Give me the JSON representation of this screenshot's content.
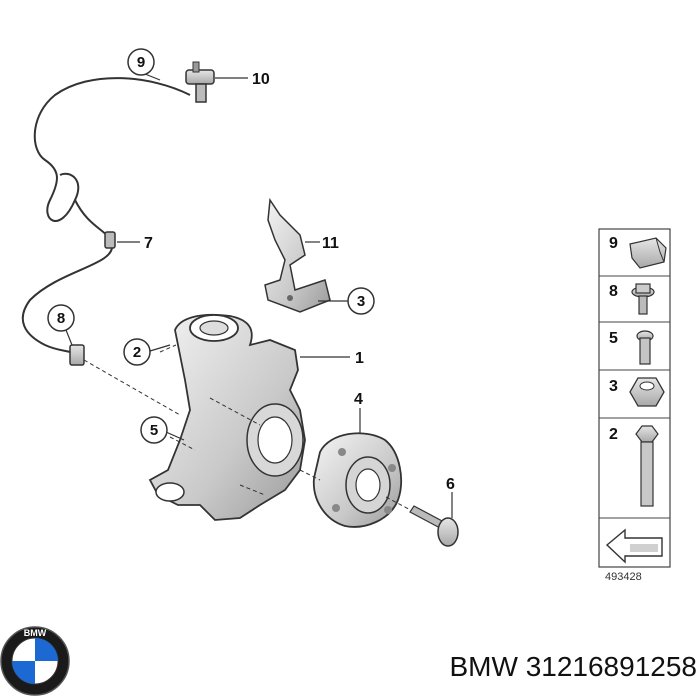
{
  "callouts": {
    "c9": "9",
    "c10": "10",
    "c7": "7",
    "c11": "11",
    "c8": "8",
    "c3": "3",
    "c2": "2",
    "c1": "1",
    "c5": "5",
    "c4": "4",
    "c6": "6"
  },
  "legend": {
    "items": [
      {
        "number": "9",
        "icon": "sensor-clip-icon"
      },
      {
        "number": "8",
        "icon": "flange-bolt-icon"
      },
      {
        "number": "5",
        "icon": "hex-bolt-icon"
      },
      {
        "number": "3",
        "icon": "hex-nut-icon"
      },
      {
        "number": "2",
        "icon": "long-bolt-icon"
      }
    ]
  },
  "diagram_ref": "493428",
  "brand_label": "BMW 31216891258",
  "logo_text": "BMW",
  "colors": {
    "logo_blue": "#1c69d4",
    "logo_dark": "#1a1a1a"
  }
}
